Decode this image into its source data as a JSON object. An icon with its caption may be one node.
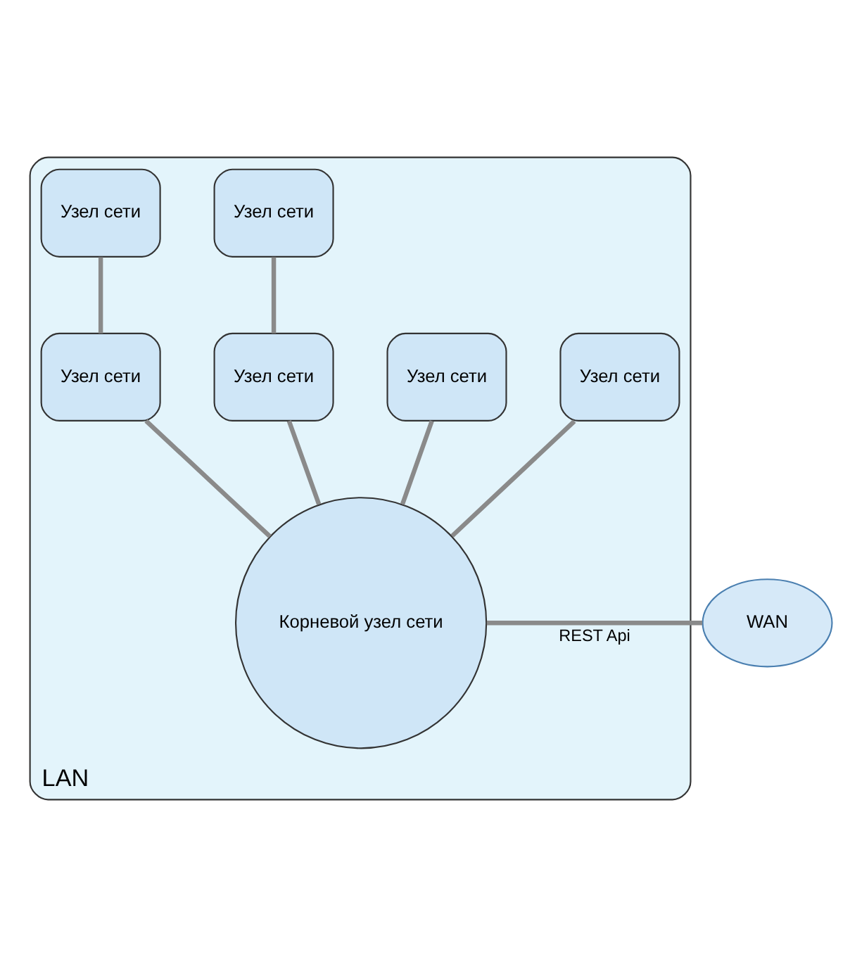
{
  "diagram": {
    "nodes": [
      {
        "text": [
          "LAN"
        ]
      },
      {
        "text": [
          "Узел сети"
        ],
        "in": 0
      },
      {
        "text": [
          "Узел сети"
        ],
        "in": 0
      },
      {
        "text": [
          "Узел сети"
        ],
        "in": 0
      },
      {
        "text": [
          "Узел сети"
        ],
        "in": 0
      },
      {
        "text": [
          "Узел сети"
        ],
        "in": 0
      },
      {
        "text": [
          "Узел сети"
        ],
        "in": 0
      },
      {
        "text": [
          "Корневой узел сети"
        ],
        "in": 0
      },
      {
        "text": [
          "WAN"
        ]
      }
    ],
    "edges": [
      {
        "from": 7,
        "to": 3,
        "arrow": "none"
      },
      {
        "from": 3,
        "to": 1,
        "arrow": "none"
      },
      {
        "from": 7,
        "to": 4,
        "arrow": "none"
      },
      {
        "from": 4,
        "to": 2,
        "arrow": "none"
      },
      {
        "from": 7,
        "to": 5,
        "arrow": "none"
      },
      {
        "from": 7,
        "to": 6,
        "arrow": "none"
      },
      {
        "from": 8,
        "to": 7,
        "arrow": "none",
        "label": "REST Api"
      }
    ]
  }
}
